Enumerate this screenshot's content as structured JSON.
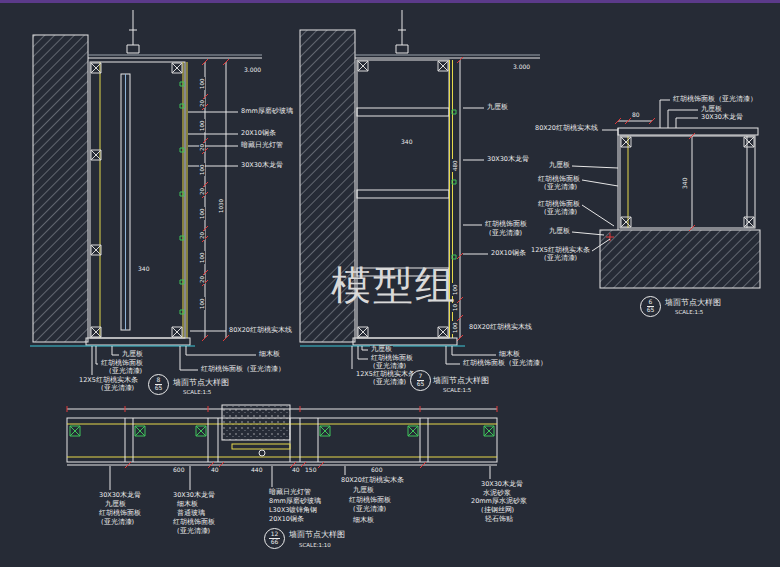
{
  "diagram": {
    "nodes": [
      {
        "text": [
          "8",
          "65"
        ]
      },
      {
        "text": [
          "7",
          "65"
        ]
      },
      {
        "text": [
          "6",
          "65"
        ]
      },
      {
        "text": [
          "12",
          "66"
        ]
      }
    ],
    "labels": [
      "3.000",
      "8mm厚磨砂玻璃",
      "20X10铜条",
      "暗藏日光灯管",
      "30X30木龙骨",
      "100",
      "20",
      "100",
      "20",
      "100",
      "20",
      "100",
      "20",
      "100",
      "20",
      "100",
      "1030",
      "340",
      "80X20红胡桃实木线",
      "九厘板",
      "红胡桃饰面板",
      "(亚光清漆)",
      "12X5红胡桃实木条",
      "(亚光清漆)",
      "细木板",
      "红胡桃饰面板（亚光清漆）",
      "墙面节点大样图",
      "SCALE:1:5",
      "3.000",
      "九厘板",
      "340",
      "480",
      "30X30木龙骨",
      "红胡桃饰面板",
      "(亚光清漆)",
      "20X10铜条",
      "100",
      "10",
      "100",
      "80X20红胡桃实木线",
      "九厘板",
      "红胡桃饰面板",
      "(亚光清漆)",
      "12X5红胡桃实木条",
      "(亚光清漆)",
      "细木板",
      "红胡桃饰面板（亚光清漆）",
      "墙面节点大样图",
      "SCALE:1:5",
      "红胡桃饰面板（亚光清漆）",
      "九厘板",
      "30X30木龙骨",
      "80",
      "80X20红胡桃实木线",
      "340",
      "九厘板",
      "红胡桃饰面板",
      "(亚光清漆)",
      "红胡桃饰面板",
      "(亚光清漆)",
      "九厘板",
      "12X5红胡桃实木条",
      "(亚光清漆)",
      "墙面节点大样图",
      "SCALE:1:5",
      "600",
      "40",
      "440",
      "40",
      "150",
      "600",
      "30X30木龙骨",
      "九厘板",
      "红胡桃饰面板",
      "(亚光清漆)",
      "30X30木龙骨",
      "细木板",
      "普通玻璃",
      "红胡桃饰面板",
      "(亚光清漆)",
      "暗藏日光灯管",
      "8mm厚磨砂玻璃",
      "L30X3镀锌角钢",
      "20X10铜条",
      "80X20红胡桃实木条",
      "九厘板",
      "红胡桃饰面板",
      "(亚光清漆)",
      "细木板",
      "30X30木龙骨",
      "水泥砂浆",
      "20mm厚水泥砂浆",
      "(挂钢丝网)",
      "轻石饰贴",
      "墙面节点大样图",
      "SCALE:1:10",
      "模型组"
    ]
  }
}
